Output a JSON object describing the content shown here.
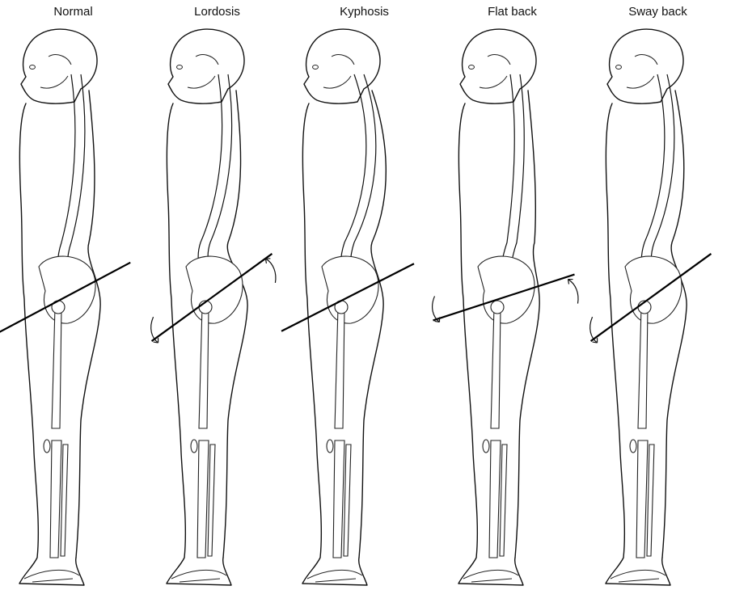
{
  "postures": [
    {
      "label": "Normal",
      "pelvic_tilt": "neutral"
    },
    {
      "label": "Lordosis",
      "pelvic_tilt": "anterior"
    },
    {
      "label": "Kyphosis",
      "pelvic_tilt": "neutral"
    },
    {
      "label": "Flat back",
      "pelvic_tilt": "posterior"
    },
    {
      "label": "Sway back",
      "pelvic_tilt": "anterior"
    }
  ],
  "colors": {
    "line": "#111111",
    "background": "#ffffff"
  }
}
